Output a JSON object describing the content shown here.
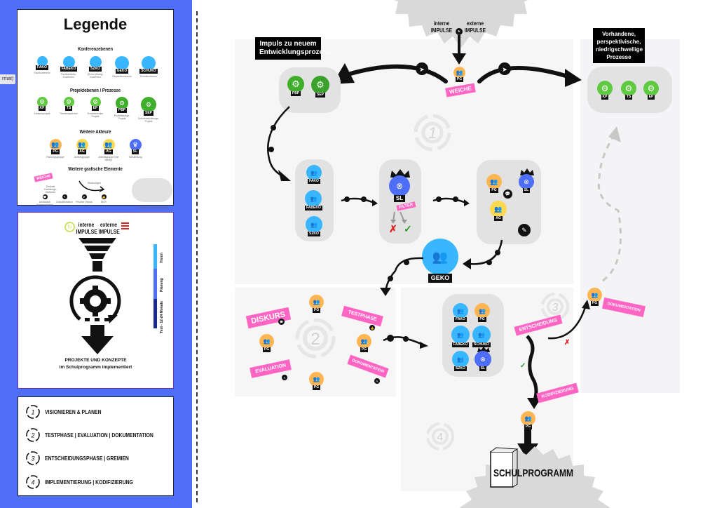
{
  "side_tab": {
    "label": "rmat)"
  },
  "legend": {
    "title": "Legende",
    "sections": {
      "konferenz": "Konferenzebenen",
      "projekt": "Projektebenen / Prozesse",
      "akteure": "Weitere Akteure",
      "grafisch": "Weitere grafische Elemente"
    },
    "konferenz_items": [
      {
        "tag": "FAKO",
        "caption": "Fachkonferenz",
        "color": "#38b6ff"
      },
      {
        "tag": "FABEKO",
        "caption": "Fachbereichs-Konferenz",
        "color": "#38b6ff"
      },
      {
        "tag": "SZKO",
        "caption": "(Schul-)Zweig-Konferenz",
        "color": "#38b6ff"
      },
      {
        "tag": "GEKO",
        "caption": "Gesamtkonferenz",
        "color": "#38b6ff"
      },
      {
        "tag": "SCHUKO",
        "caption": "Schulkonferenz",
        "color": "#38b6ff"
      }
    ],
    "projekt_items": [
      {
        "tag": "KP",
        "caption": "Klassenprojekt",
        "color": "#5fc93f"
      },
      {
        "tag": "TS",
        "caption": "Themenspeicher",
        "color": "#5fc93f"
      },
      {
        "tag": "EP",
        "caption": "Evaluierendes Projekt",
        "color": "#5fc93f"
      },
      {
        "tag": "PBP",
        "caption": "Profilbildungs-Projekt",
        "color": "#3fae2a"
      },
      {
        "tag": "SEP",
        "caption": "Schulentwicklungs-Projekt",
        "color": "#3fae2a"
      }
    ],
    "akteure_items": [
      {
        "tag": "PG",
        "caption": "Planungsgruppe",
        "color": "#ffb552"
      },
      {
        "tag": "AG",
        "caption": "Arbeitsgruppe",
        "color": "#ffd84d"
      },
      {
        "tag": "AG",
        "caption": "Arbeitsgruppe (Sie sehen)",
        "color": "#ffd84d"
      },
      {
        "tag": "SL",
        "caption": "Schulleitung",
        "color": "#4f6ef7"
      }
    ],
    "grafisch": {
      "weiche_label": "WEICHE",
      "weiche_caption": "Zentrale Handlungs-Stationen",
      "arrow_caption": "Strömungen",
      "icons": [
        {
          "icon": "chat-icon",
          "caption": "Austausch Kommunikation"
        },
        {
          "icon": "pencil-icon",
          "caption": "Dokumentation"
        },
        {
          "icon": "paper-plane-icon",
          "caption": "Frischer Impuls"
        },
        {
          "icon": "thumbs-up-icon",
          "caption": "Wi-Fi"
        }
      ],
      "pill_caption": "Funktionszusammenhänge"
    }
  },
  "funnel_card": {
    "interne": "interne",
    "externe": "externe",
    "impulse": "IMPULSE",
    "bar_labels": [
      "Vision",
      "Planung",
      "Test - 12-24 Monate"
    ],
    "bar_colors": [
      "#38b6ff",
      "#4f6ef7",
      "#1a2a8c"
    ],
    "caption_line1": "PROJEKTE UND KONZEPTE",
    "caption_line2": "im Schulprogramm implementiert"
  },
  "phases": [
    {
      "num": "1",
      "label": "VISIONIEREN & PLANEN"
    },
    {
      "num": "2",
      "label": "TESTPHASE | EVALUATION | DOKUMENTATION"
    },
    {
      "num": "3",
      "label": "ENTSCHEIDUNGSPHASE  | GREMIEN"
    },
    {
      "num": "4",
      "label": "IMPLEMENTIERUNG | KODIFIZIERUNG"
    }
  ],
  "diagram": {
    "top": {
      "interne": "interne",
      "externe": "externe",
      "impulse": "IMPULSE",
      "pg": "PG",
      "weiche": "WEICHE"
    },
    "impuls_box": {
      "line1": "Impuls zu neuem",
      "line2": "Entwicklungsprozess"
    },
    "vorhandene_box": {
      "lines": [
        "Vorhandene,",
        "perspektivische,",
        "niedrigschwellige",
        "Prozesse"
      ]
    },
    "new_process_tags": [
      "PBP",
      "SEP"
    ],
    "existing_process_tags": [
      "KP",
      "TS",
      "EP"
    ],
    "phase1": {
      "number": "1",
      "konferenzen": [
        "FAKO",
        "FABEKO",
        "SZKO"
      ],
      "sl": "SL",
      "filter": "FILTER",
      "reject": "✗",
      "accept": "✓",
      "group": [
        "PG",
        "SL",
        "AG"
      ],
      "geko": "GEKO"
    },
    "phase2": {
      "number": "2",
      "labels": {
        "diskurs": "DISKURS",
        "testphase": "TESTPHASE",
        "evaluation": "EVALUATION",
        "dokumentation": "DOKUMENTATION"
      },
      "pg": "PG"
    },
    "phase3": {
      "number": "3",
      "gremien": [
        "FAKO",
        "PG",
        "FABEKO",
        "SCHUKO",
        "SZKO",
        "SL"
      ],
      "entscheidung": "ENTSCHEIDUNG",
      "yes": "✓",
      "no": "✗",
      "dokumentation": "DOKUMENTATION",
      "pg": "PG"
    },
    "phase4": {
      "number": "4",
      "kodifizierung": "KODIFIZIERUNG",
      "pg": "PG",
      "schulprogramm": "SCHULPROGRAMM"
    }
  },
  "colors": {
    "accent_blue": "#4f6ef7",
    "pink": "#ff66c4",
    "konferenz_blue": "#38b6ff",
    "project_green": "#5fc93f",
    "pg_orange": "#ffb552",
    "ag_yellow": "#ffd84d",
    "panel_bg": "#f6f6f6",
    "pill_bg": "#e2e2e2"
  }
}
